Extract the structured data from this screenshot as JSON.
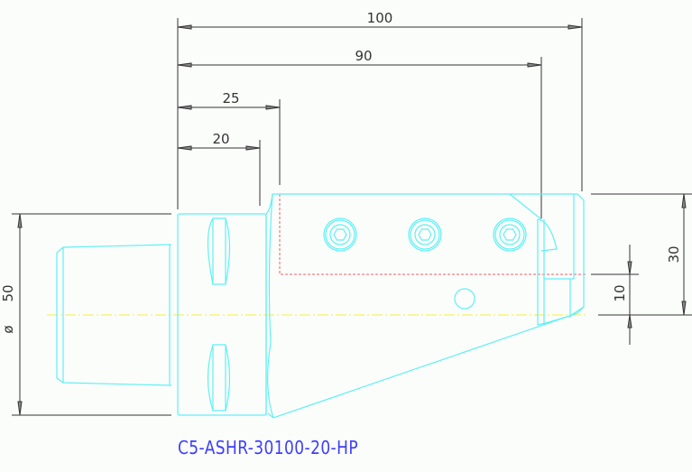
{
  "drawing": {
    "part_number": "C5-ASHR-30100-20-HP",
    "colors": {
      "outline": "#5ff0f5",
      "dimension": "#333333",
      "centerline": "#f5f03a",
      "hidden": "#f06060",
      "title": "#3d3dff",
      "background": "#fbfdfb"
    },
    "dimensions": {
      "overall_length": "100",
      "length_90": "90",
      "length_25": "25",
      "length_20": "20",
      "diameter_symbol": "ø",
      "diameter": "50",
      "height_30": "30",
      "height_10": "10"
    }
  }
}
